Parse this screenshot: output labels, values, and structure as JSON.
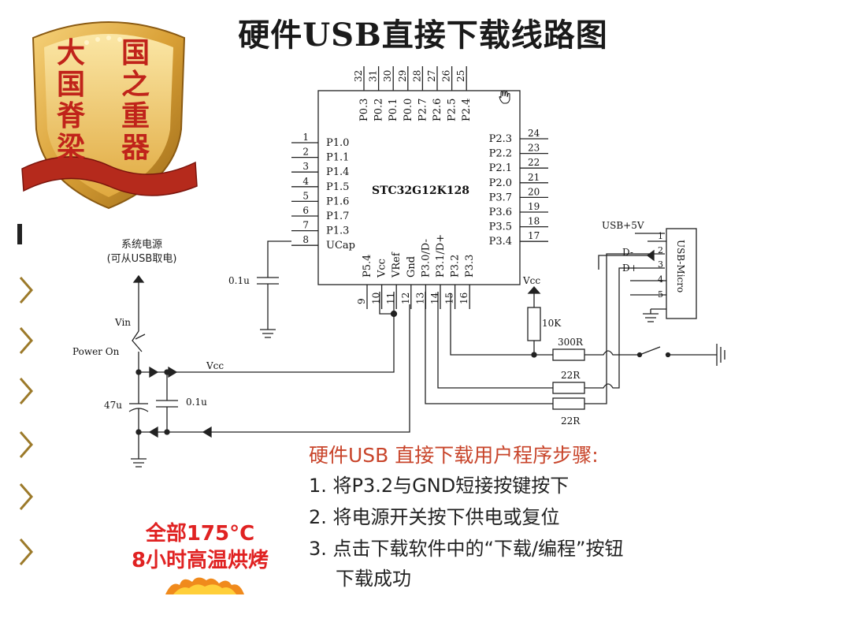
{
  "title": "硬件USB直接下载线路图",
  "badge": {
    "line1": "大国脊梁",
    "line2": "国之重器"
  },
  "chip": {
    "name": "STC32G12K128",
    "left_pins": [
      {
        "num": "1",
        "label": "P1.0"
      },
      {
        "num": "2",
        "label": "P1.1"
      },
      {
        "num": "3",
        "label": "P1.4"
      },
      {
        "num": "4",
        "label": "P1.5"
      },
      {
        "num": "5",
        "label": "P1.6"
      },
      {
        "num": "6",
        "label": "P1.7"
      },
      {
        "num": "7",
        "label": "P1.3"
      },
      {
        "num": "8",
        "label": "UCap"
      }
    ],
    "right_pins": [
      {
        "num": "24",
        "label": "P2.3"
      },
      {
        "num": "23",
        "label": "P2.2"
      },
      {
        "num": "22",
        "label": "P2.1"
      },
      {
        "num": "21",
        "label": "P2.0"
      },
      {
        "num": "20",
        "label": "P3.7"
      },
      {
        "num": "19",
        "label": "P3.6"
      },
      {
        "num": "18",
        "label": "P3.5"
      },
      {
        "num": "17",
        "label": "P3.4"
      }
    ],
    "top_pins": [
      {
        "num": "32",
        "label": "P0.3"
      },
      {
        "num": "31",
        "label": "P0.2"
      },
      {
        "num": "30",
        "label": "P0.1"
      },
      {
        "num": "29",
        "label": "P0.0"
      },
      {
        "num": "28",
        "label": "P2.7"
      },
      {
        "num": "27",
        "label": "P2.6"
      },
      {
        "num": "26",
        "label": "P2.5"
      },
      {
        "num": "25",
        "label": "P2.4"
      }
    ],
    "bottom_pins": [
      {
        "num": "9",
        "label": "P5.4"
      },
      {
        "num": "10",
        "label": "Vcc"
      },
      {
        "num": "11",
        "label": "VRef"
      },
      {
        "num": "12",
        "label": "Gnd"
      },
      {
        "num": "13",
        "label": "P3.0/D-"
      },
      {
        "num": "14",
        "label": "P3.1/D+"
      },
      {
        "num": "15",
        "label": "P3.2"
      },
      {
        "num": "16",
        "label": "P3.3"
      }
    ]
  },
  "power": {
    "title_line1": "系统电源",
    "title_line2": "(可从USB取电)",
    "vin": "Vin",
    "power_on": "Power On",
    "vcc": "Vcc",
    "cap_47u": "47u",
    "cap_01u": "0.1u",
    "cap_ucap": "0.1u"
  },
  "usb": {
    "label_5v": "USB+5V",
    "dminus": "D-",
    "dplus": "D+",
    "connector": "USB-Micro",
    "pins": [
      "1",
      "2",
      "3",
      "4",
      "5"
    ],
    "vcc": "Vcc",
    "r10k": "10K",
    "r300": "300R",
    "r22a": "22R",
    "r22b": "22R"
  },
  "steps": {
    "heading": "硬件USB 直接下载用户程序步骤:",
    "s1": "1. 将P3.2与GND短接按键按下",
    "s2": "2. 将电源开关按下供电或复位",
    "s3": "3. 点击下载软件中的“下载/编程”按钮",
    "s3b": "下载成功"
  },
  "promo": {
    "line1": "全部175°C",
    "line2": "8小时高温烘烤"
  },
  "colors": {
    "accent": "#c8442a",
    "promo": "#e02222",
    "shield_gold": "#d9a036",
    "ribbon": "#b52a1c"
  }
}
